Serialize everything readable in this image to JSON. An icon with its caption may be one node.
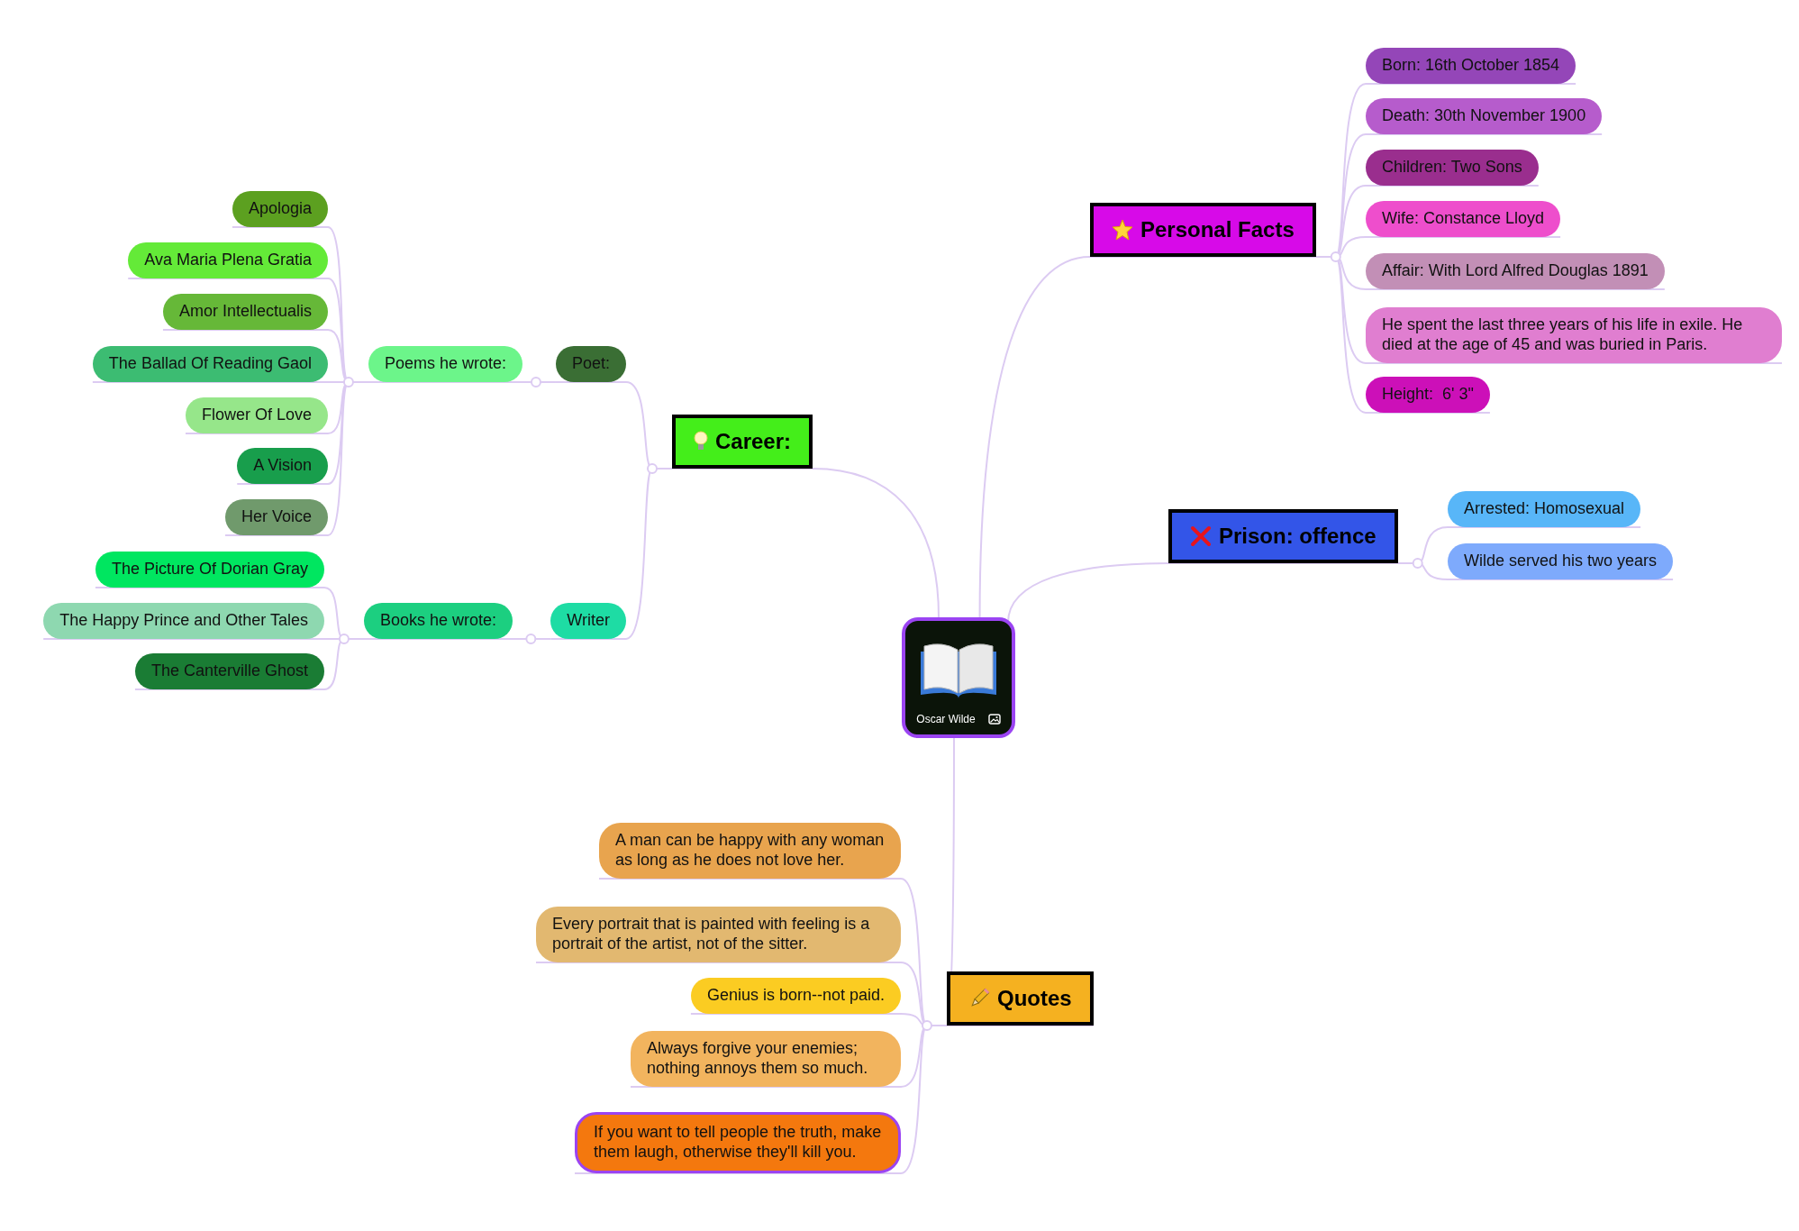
{
  "diagram": {
    "nodes": [
      {
        "text": [
          "Oscar Wilde"
        ]
      },
      {
        "text": [
          "Personal Facts"
        ]
      },
      {
        "text": [
          "Born: 16th October 1854"
        ]
      },
      {
        "text": [
          "Death: 30th November 1900"
        ]
      },
      {
        "text": [
          "Children: Two Sons"
        ]
      },
      {
        "text": [
          "Wife: Constance Lloyd"
        ]
      },
      {
        "text": [
          "Affair: With Lord Alfred Douglas 1891"
        ]
      },
      {
        "text": [
          "He spent the last three years of his life in exile. He died at the age of 45 and was buried in Paris."
        ]
      },
      {
        "text": [
          "Height:  6' 3\""
        ]
      },
      {
        "text": [
          "Prison: offence"
        ]
      },
      {
        "text": [
          "Arrested: Homosexual"
        ]
      },
      {
        "text": [
          "Wilde served his two years"
        ]
      },
      {
        "text": [
          "Career:"
        ]
      },
      {
        "text": [
          "Poet:"
        ]
      },
      {
        "text": [
          "Poems he wrote:"
        ]
      },
      {
        "text": [
          "Apologia"
        ]
      },
      {
        "text": [
          "Ava Maria Plena Gratia"
        ]
      },
      {
        "text": [
          "Amor Intellectualis"
        ]
      },
      {
        "text": [
          "The Ballad Of Reading Gaol"
        ]
      },
      {
        "text": [
          "Flower Of Love"
        ]
      },
      {
        "text": [
          "A Vision"
        ]
      },
      {
        "text": [
          "Her Voice"
        ]
      },
      {
        "text": [
          "Writer"
        ]
      },
      {
        "text": [
          "Books he wrote:"
        ]
      },
      {
        "text": [
          "The Picture Of Dorian Gray"
        ]
      },
      {
        "text": [
          "The Happy Prince and Other Tales"
        ]
      },
      {
        "text": [
          "The Canterville Ghost"
        ]
      },
      {
        "text": [
          "Quotes"
        ]
      },
      {
        "text": [
          "A man can be happy with any woman as long as he does not love her."
        ]
      },
      {
        "text": [
          "Every portrait that is painted with feeling is a portrait of the artist, not of the sitter."
        ]
      },
      {
        "text": [
          "Genius is born--not paid."
        ]
      },
      {
        "text": [
          "Always forgive your enemies; nothing annoys them so much."
        ]
      },
      {
        "text": [
          "If you want to tell people the truth, make them laugh, otherwise they'll kill you."
        ]
      }
    ],
    "edges": [
      {
        "from": 0,
        "to": 1,
        "arrow": "none"
      },
      {
        "from": 1,
        "to": 2,
        "arrow": "none"
      },
      {
        "from": 1,
        "to": 3,
        "arrow": "none"
      },
      {
        "from": 1,
        "to": 4,
        "arrow": "none"
      },
      {
        "from": 1,
        "to": 5,
        "arrow": "none"
      },
      {
        "from": 1,
        "to": 6,
        "arrow": "none"
      },
      {
        "from": 1,
        "to": 7,
        "arrow": "none"
      },
      {
        "from": 1,
        "to": 8,
        "arrow": "none"
      },
      {
        "from": 0,
        "to": 9,
        "arrow": "none"
      },
      {
        "from": 9,
        "to": 10,
        "arrow": "none"
      },
      {
        "from": 9,
        "to": 11,
        "arrow": "none"
      },
      {
        "from": 0,
        "to": 12,
        "arrow": "none"
      },
      {
        "from": 12,
        "to": 13,
        "arrow": "none"
      },
      {
        "from": 13,
        "to": 14,
        "arrow": "none"
      },
      {
        "from": 14,
        "to": 15,
        "arrow": "none"
      },
      {
        "from": 14,
        "to": 16,
        "arrow": "none"
      },
      {
        "from": 14,
        "to": 17,
        "arrow": "none"
      },
      {
        "from": 14,
        "to": 18,
        "arrow": "none"
      },
      {
        "from": 14,
        "to": 19,
        "arrow": "none"
      },
      {
        "from": 14,
        "to": 20,
        "arrow": "none"
      },
      {
        "from": 14,
        "to": 21,
        "arrow": "none"
      },
      {
        "from": 12,
        "to": 22,
        "arrow": "none"
      },
      {
        "from": 22,
        "to": 23,
        "arrow": "none"
      },
      {
        "from": 23,
        "to": 24,
        "arrow": "none"
      },
      {
        "from": 23,
        "to": 25,
        "arrow": "none"
      },
      {
        "from": 23,
        "to": 26,
        "arrow": "none"
      },
      {
        "from": 0,
        "to": 27,
        "arrow": "none"
      },
      {
        "from": 27,
        "to": 28,
        "arrow": "none"
      },
      {
        "from": 27,
        "to": 29,
        "arrow": "none"
      },
      {
        "from": 27,
        "to": 30,
        "arrow": "none"
      },
      {
        "from": 27,
        "to": 31,
        "arrow": "none"
      },
      {
        "from": 27,
        "to": 32,
        "arrow": "none"
      }
    ]
  }
}
